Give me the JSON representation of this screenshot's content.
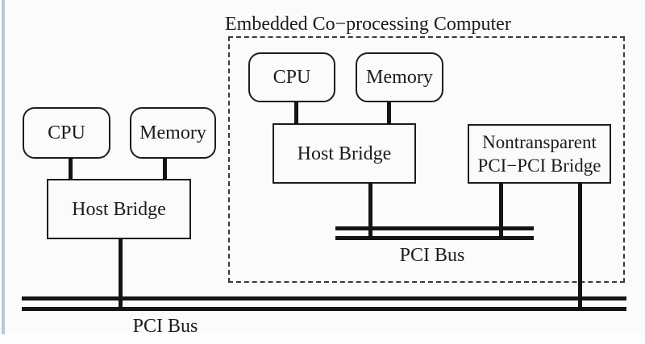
{
  "diagram": {
    "title": "Embedded Co−processing Computer",
    "host_system": {
      "cpu_label": "CPU",
      "memory_label": "Memory",
      "host_bridge_label": "Host Bridge",
      "pci_bus_label": "PCI Bus"
    },
    "embedded_computer": {
      "cpu_label": "CPU",
      "memory_label": "Memory",
      "host_bridge_label": "Host Bridge",
      "nontransparent_bridge_line1": "Nontransparent",
      "nontransparent_bridge_line2": "PCI−PCI Bridge",
      "pci_bus_label": "PCI Bus"
    },
    "colors": {
      "ink": "#141414",
      "background": "#fbfbfc",
      "left_edge_strip": "#b9c7dc"
    }
  }
}
